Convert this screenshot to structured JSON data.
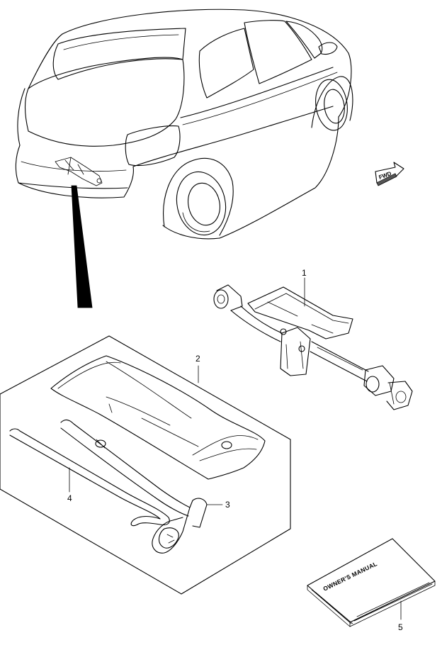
{
  "callouts": {
    "part_1": "1",
    "part_2": "2",
    "part_3": "3",
    "part_4": "4",
    "part_5": "5"
  },
  "direction_marker": "FWD",
  "manual_title": "OWNER'S MANUAL",
  "colors": {
    "line": "#000000",
    "background": "#ffffff"
  }
}
